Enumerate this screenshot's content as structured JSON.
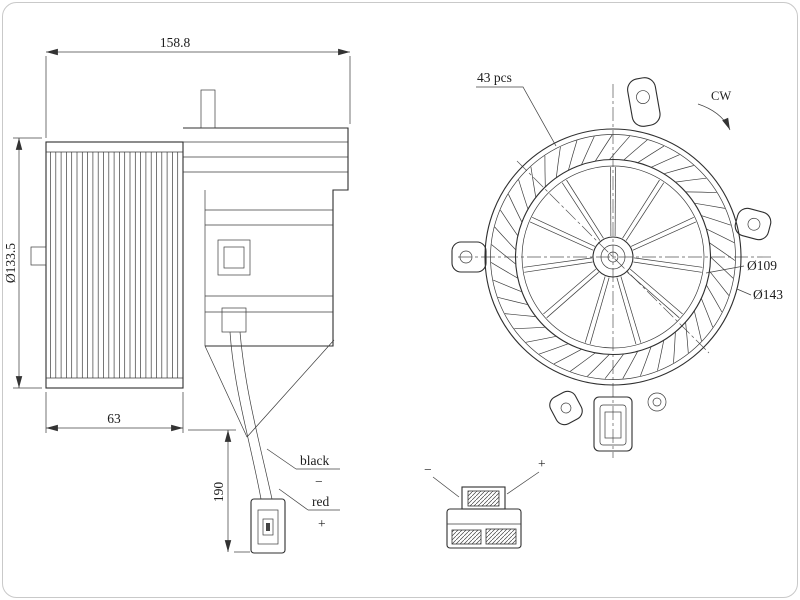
{
  "colors": {
    "line": "#2f2f2f",
    "background": "#ffffff",
    "border": "#c9c9c9"
  },
  "side_view": {
    "dim_total_length": "158.8",
    "dim_wheel_diameter": "Ø133.5",
    "dim_wheel_width": "63",
    "dim_wire_length": "190",
    "wire1_label": "black",
    "wire1_polarity": "−",
    "wire2_label": "red",
    "wire2_polarity": "+"
  },
  "front_view": {
    "blade_count": "43 pcs",
    "rotation": "CW",
    "dim_blade_inner": "Ø109",
    "dim_blade_outer": "Ø143"
  },
  "connector_detail": {
    "negative": "−",
    "positive": "+"
  }
}
